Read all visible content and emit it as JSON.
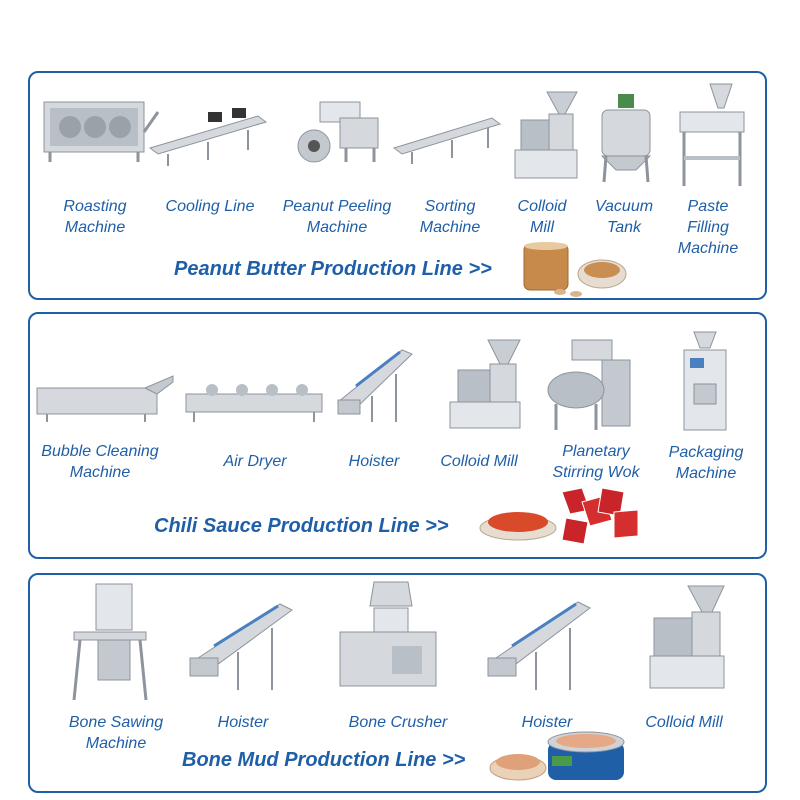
{
  "colors": {
    "accent": "#1f5fa8",
    "steel": "#c9ced4",
    "steel_dark": "#8d949c"
  },
  "lines": [
    {
      "title": "Peanut Butter Production Line >>",
      "machines": [
        {
          "label": "Roasting\nMachine",
          "icon": "roasting-machine-icon"
        },
        {
          "label": "Cooling Line",
          "icon": "cooling-line-icon"
        },
        {
          "label": "Peanut Peeling\nMachine",
          "icon": "peeling-machine-icon"
        },
        {
          "label": "Sorting\nMachine",
          "icon": "sorting-machine-icon"
        },
        {
          "label": "Colloid\nMill",
          "icon": "colloid-mill-icon"
        },
        {
          "label": "Vacuum\nTank",
          "icon": "vacuum-tank-icon"
        },
        {
          "label": "Paste\nFilling\nMachine",
          "icon": "paste-filling-icon"
        }
      ]
    },
    {
      "title": "Chili Sauce Production Line >>",
      "machines": [
        {
          "label": "Bubble Cleaning\nMachine",
          "icon": "bubble-cleaning-icon"
        },
        {
          "label": "Air Dryer",
          "icon": "air-dryer-icon"
        },
        {
          "label": "Hoister",
          "icon": "hoister-icon"
        },
        {
          "label": "Colloid Mill",
          "icon": "colloid-mill-icon"
        },
        {
          "label": "Planetary\nStirring Wok",
          "icon": "stirring-wok-icon"
        },
        {
          "label": "Packaging\nMachine",
          "icon": "packaging-machine-icon"
        }
      ]
    },
    {
      "title": "Bone Mud Production Line >>",
      "machines": [
        {
          "label": "Bone Sawing\nMachine",
          "icon": "bone-saw-icon"
        },
        {
          "label": "Hoister",
          "icon": "hoister-icon"
        },
        {
          "label": "Bone Crusher",
          "icon": "bone-crusher-icon"
        },
        {
          "label": "Hoister",
          "icon": "hoister-icon"
        },
        {
          "label": "Colloid Mill",
          "icon": "colloid-mill-icon"
        }
      ]
    }
  ]
}
